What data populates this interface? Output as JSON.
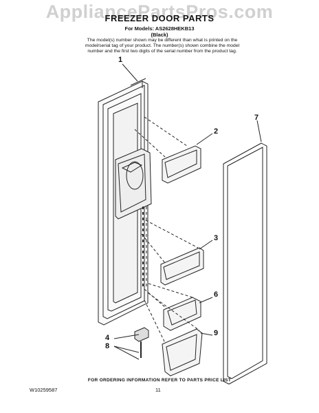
{
  "watermark": "AppliancePartsPros.com",
  "title": "FREEZER DOOR PARTS",
  "models_line": "For Models: AS2628HEKB13",
  "color_line": "(Black)",
  "note": "The model(s) number shown may be different than what is printed on the model/serial tag of your product. The number(s) shown combine the model number and the first two digits of the serial number from the product tag.",
  "callouts": [
    "1",
    "2",
    "3",
    "4",
    "6",
    "7",
    "8",
    "9"
  ],
  "footer_note": "FOR ORDERING INFORMATION REFER TO PARTS PRICE LIST",
  "doc_id": "W10259587",
  "page_number": "11"
}
